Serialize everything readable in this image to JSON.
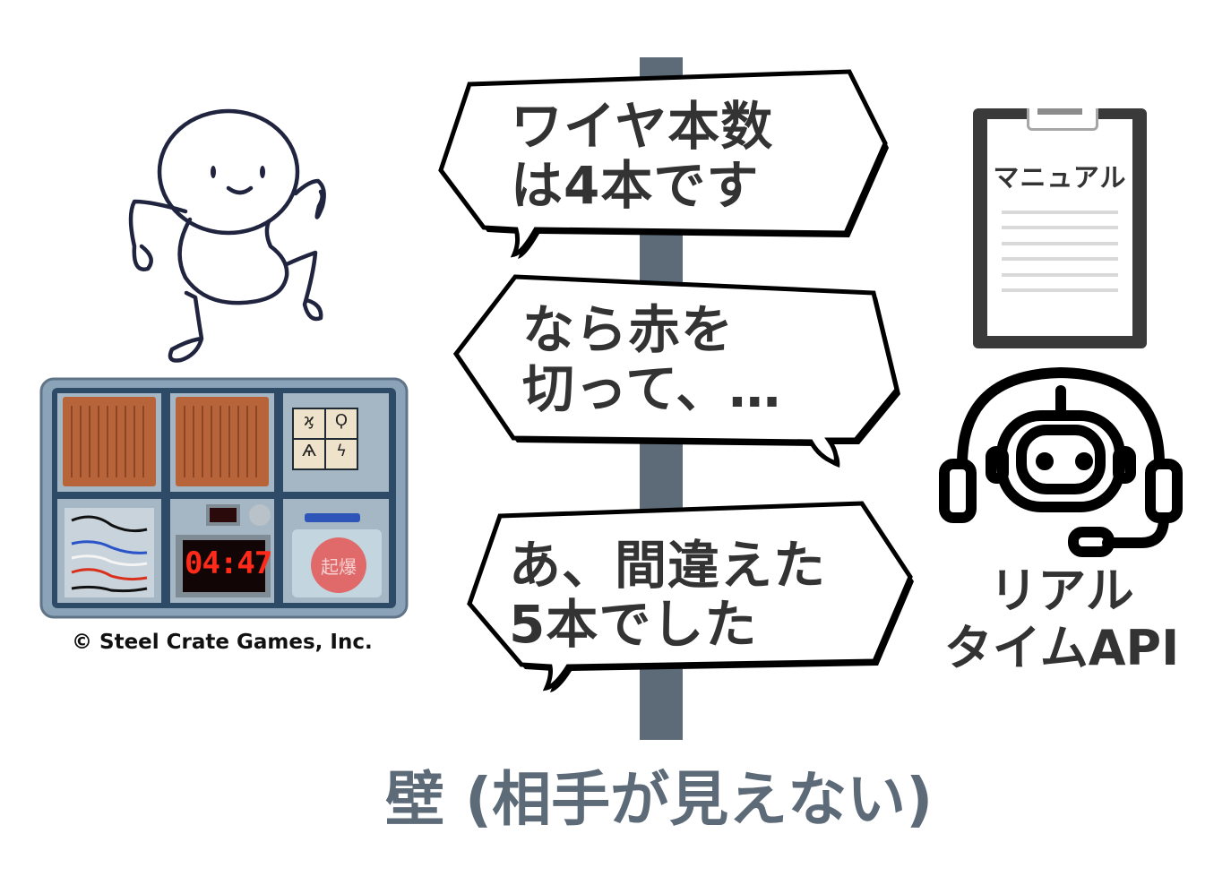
{
  "speech_signs": [
    {
      "id": "sign-1",
      "lines": "ワイヤ本数\nは4本です",
      "direction": "right",
      "tail": "bottom-left"
    },
    {
      "id": "sign-2",
      "lines": "なら赤を\n切って、…",
      "direction": "left",
      "tail": "bottom-right"
    },
    {
      "id": "sign-3",
      "lines": "あ、間違えた\n5本でした",
      "direction": "right",
      "tail": "bottom-left"
    }
  ],
  "wall_label": "壁 (相手が見えない)",
  "bomb": {
    "timer": "04:47",
    "button_label": "起爆",
    "keypad_symbols": [
      "ϗ",
      "Ϙ",
      "Ѧ",
      "ϟ"
    ],
    "copyright": "© Steel Crate Games, Inc."
  },
  "manual": {
    "title": "マニュアル",
    "line_count": 6
  },
  "realtime_api": {
    "label": "リアル\nタイムAPI",
    "icon": "robot-headset-icon"
  },
  "colors": {
    "post": "#5d6a78",
    "wall_label": "#5d6a78",
    "text_dark": "#333333",
    "stick_figure": "#20243f",
    "crate_orange": "#b8643a",
    "bomb_frame": "#7f9bb3",
    "timer_red": "#ff2a1a",
    "detonate_button": "#e06a6a"
  }
}
